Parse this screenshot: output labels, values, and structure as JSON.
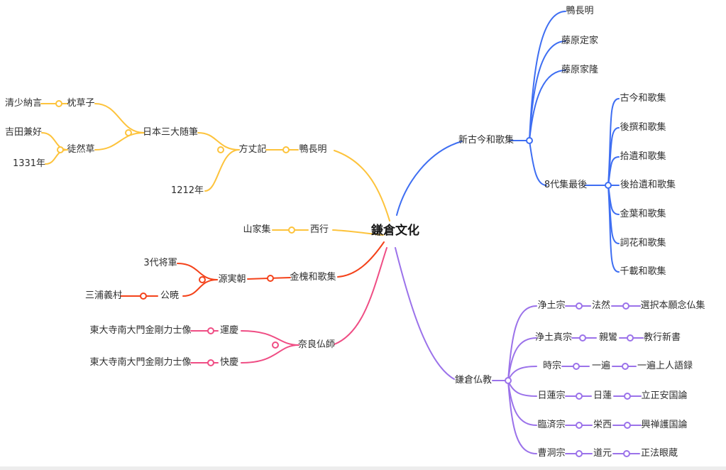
{
  "title": "鎌倉文化",
  "colors": {
    "yellow": "#FDC33C",
    "blue": "#3E6EF2",
    "red": "#F4421A",
    "pink": "#EF4D84",
    "purple": "#9B72EA",
    "text": "#2e2e2e"
  },
  "nodes": {
    "center": "鎌倉文化",
    "sei_shonagon": "清少納言",
    "makura_no_soshi": "枕草子",
    "yoshida_kenko": "吉田兼好",
    "year_1331": "1331年",
    "tsurezuregusa": "徒然草",
    "nihon_sandai_zuihitsu": "日本三大随筆",
    "year_1212": "1212年",
    "hojoki": "方丈記",
    "kamo_no_chomei_left": "鴨長明",
    "sankashu": "山家集",
    "saigyo": "西行",
    "shin_kokin_wakashu": "新古今和歌集",
    "kamo_no_chomei_right": "鴨長明",
    "fujiwara_no_teika": "藤原定家",
    "fujiwara_no_karyu": "藤原家隆",
    "hachidaishu_saigo": "8代集最後",
    "kokin_wakashu": "古今和歌集",
    "gosen_wakashu": "後撰和歌集",
    "shui_wakashu": "拾遺和歌集",
    "goshui_wakashu": "後拾遺和歌集",
    "kinyo_wakashu": "金葉和歌集",
    "shika_wakashu": "詞花和歌集",
    "senzai_wakashu": "千載和歌集",
    "sandai_shogun": "3代将軍",
    "miura_yoshimura": "三浦義村",
    "kugyo": "公暁",
    "minamoto_no_sanetomo": "源実朝",
    "kinkai_wakashu": "金槐和歌集",
    "todaiji_kongorikishi_1": "東大寺南大門金剛力士像",
    "unkei": "運慶",
    "todaiji_kongorikishi_2": "東大寺南大門金剛力士像",
    "kaikei": "快慶",
    "nara_busshi": "奈良仏師",
    "kamakura_bukkyo": "鎌倉仏教",
    "jodoshu": "浄土宗",
    "honen": "法然",
    "senchaku_hongan_nenbutsushu": "選択本願念仏集",
    "jodo_shinshu": "浄土真宗",
    "shinran": "親鸞",
    "kyogyo_shinsho": "教行新書",
    "jishu": "時宗",
    "ippen": "一遍",
    "ippen_shonin_goroku": "一遍上人語録",
    "nichirenshu": "日蓮宗",
    "nichiren": "日蓮",
    "rissho_ankokuron": "立正安国論",
    "rinzaishu": "臨済宗",
    "eisai": "栄西",
    "kozen_gokokuron": "興禅護国論",
    "sotoshu": "曹洞宗",
    "dogen": "道元",
    "shobo_genzo": "正法眼蔵"
  }
}
